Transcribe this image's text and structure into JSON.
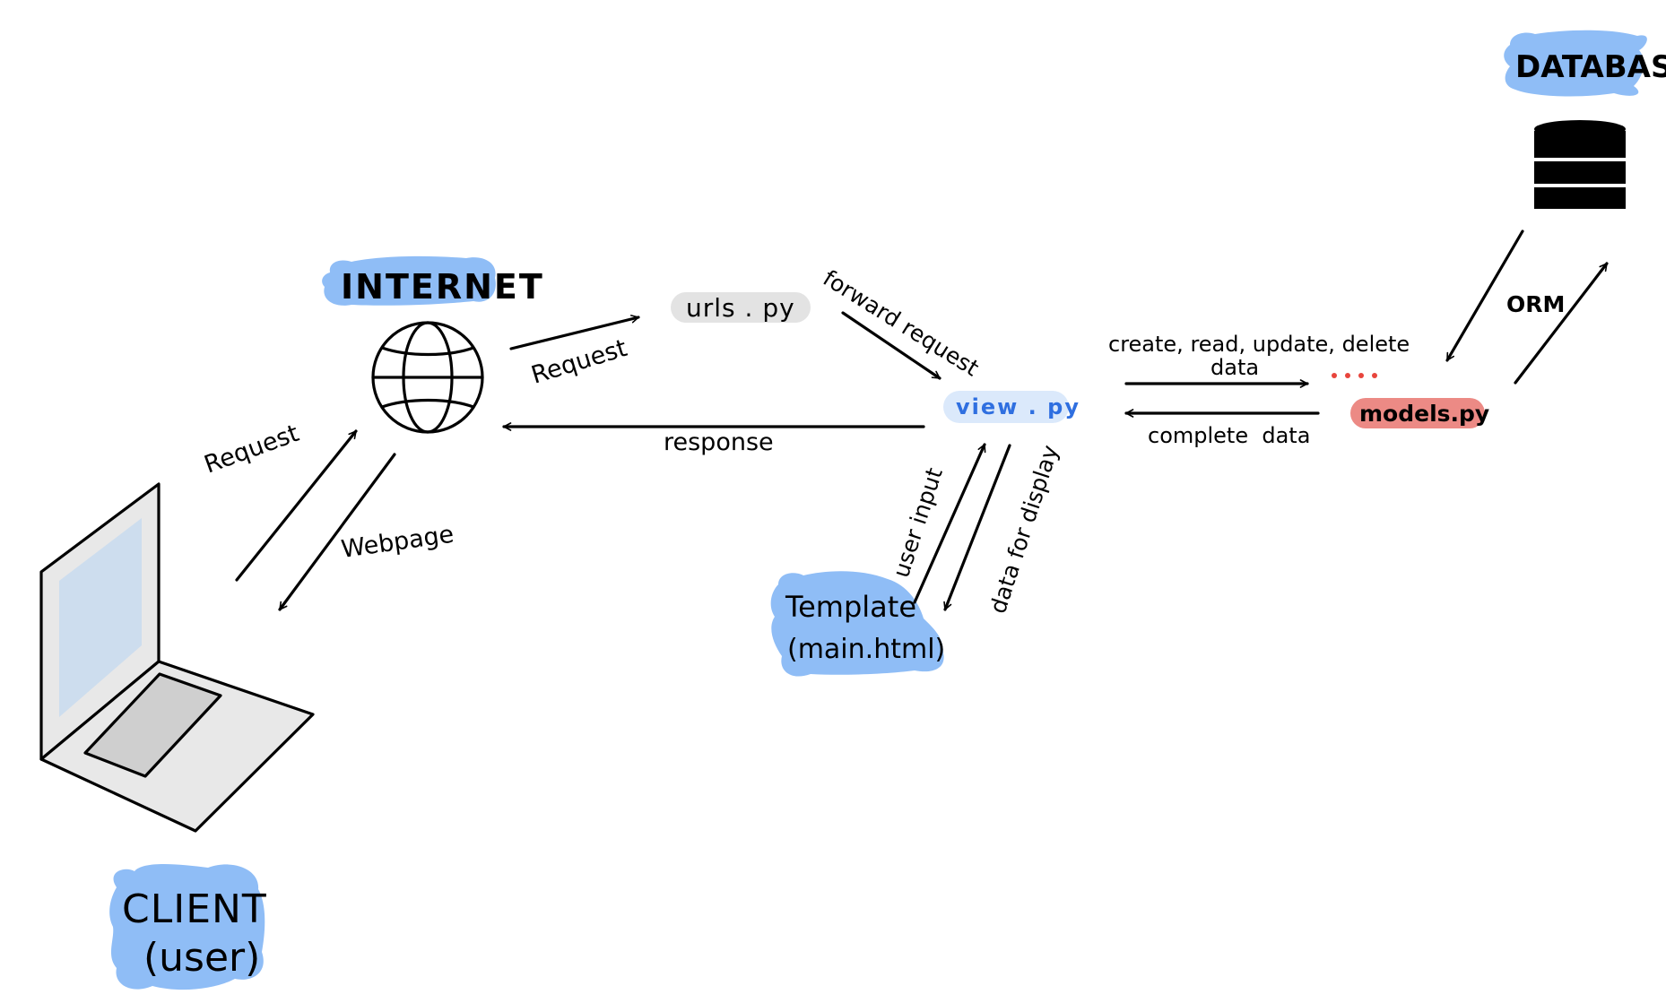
{
  "colors": {
    "highlight_blue": "#8fbdf6",
    "pill_gray": "#e3e3e3",
    "pill_light_blue": "#dbe9fb",
    "pill_red": "#ec8a85",
    "dots_red": "#e8453c",
    "text_blue": "#2f6fe0",
    "laptop_screen": "#cdddee",
    "laptop_body": "#e8e8e8",
    "laptop_trackpad": "#cfcfcf"
  },
  "nodes": {
    "internet": {
      "label": "INTERNET",
      "icon": "globe-icon"
    },
    "client": {
      "line1": "CLIENT",
      "line2": "(user)",
      "icon": "laptop-icon"
    },
    "urls": {
      "label": "urls . py"
    },
    "view": {
      "label": "view . py"
    },
    "template": {
      "line1": "Template",
      "line2": "(main.html)"
    },
    "models": {
      "label": "models.py"
    },
    "database": {
      "label": "DATABASE",
      "icon": "database-icon"
    }
  },
  "edges": {
    "client_to_internet": "Request",
    "internet_to_client": "Webpage",
    "internet_to_urls": "Request",
    "urls_to_view": "forward request",
    "view_to_internet": "response",
    "template_to_view": "user input",
    "view_to_template": "data for display",
    "view_to_models_line1": "create, read, update, delete",
    "view_to_models_line2": "data",
    "models_to_view": "complete  data",
    "models_database": "ORM"
  }
}
